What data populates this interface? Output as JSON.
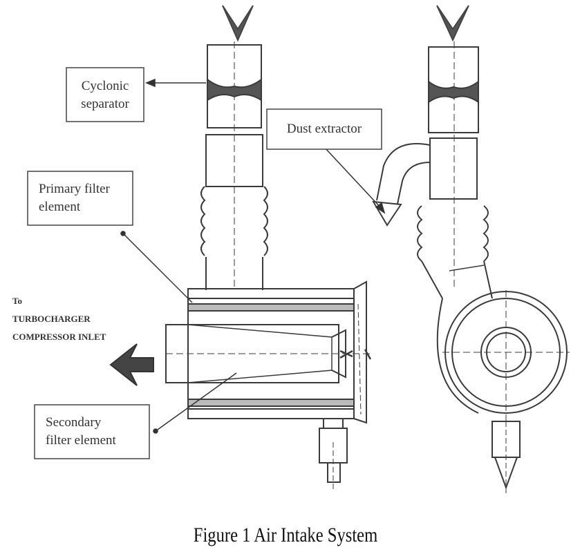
{
  "figure": {
    "caption": "Figure 1 Air Intake System",
    "labels": {
      "cyclonic_separator": [
        "Cyclonic",
        "separator"
      ],
      "dust_extractor": "Dust extractor",
      "primary_filter": [
        "Primary filter",
        "element"
      ],
      "secondary_filter": [
        "Secondary",
        "filter element"
      ],
      "turbo_outlet": [
        "To",
        "TURBOCHARGER",
        "COMPRESSOR INLET"
      ]
    }
  },
  "colors": {
    "line": "#3a3a3a",
    "arrow_fill": "#555555",
    "background": "#ffffff"
  }
}
